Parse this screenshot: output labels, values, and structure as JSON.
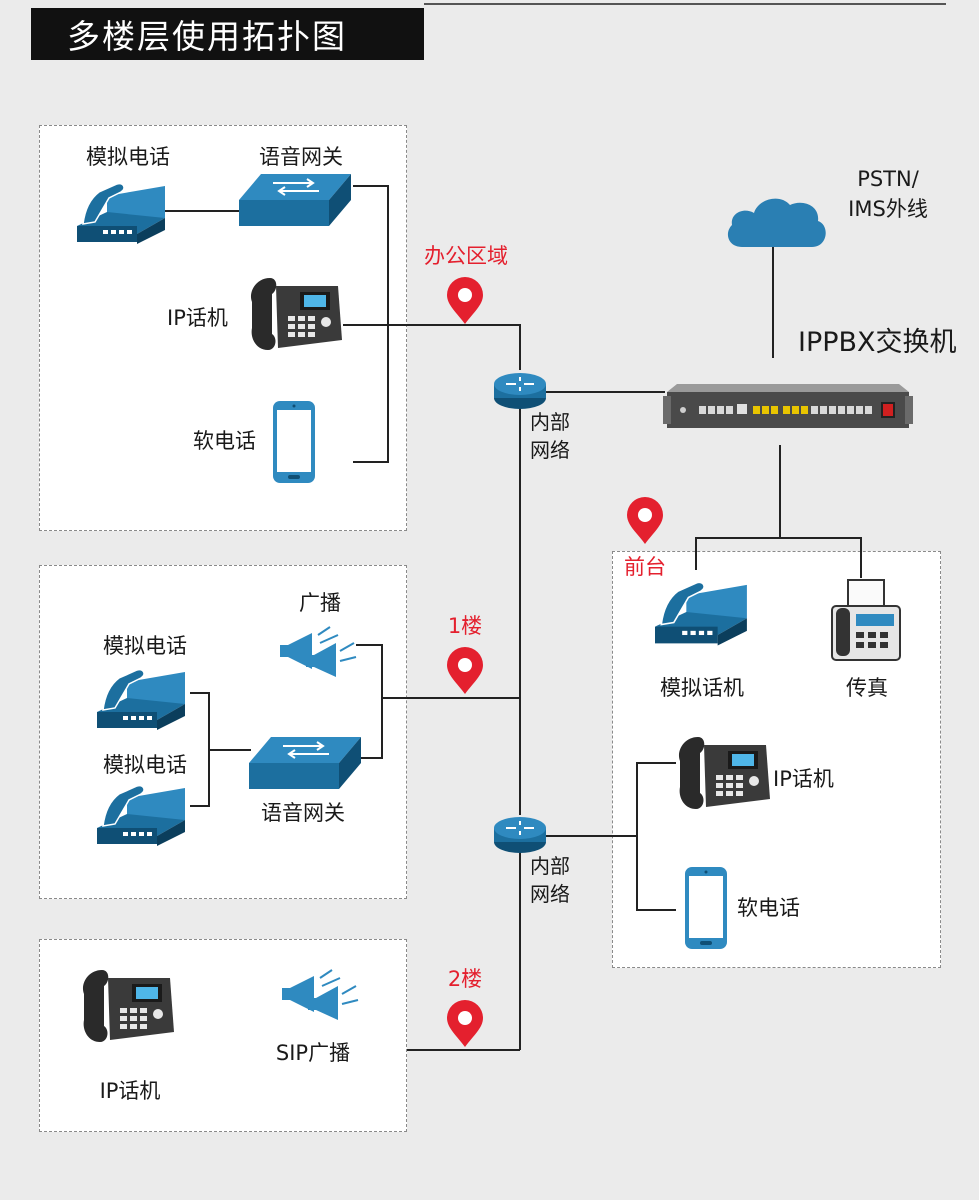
{
  "title": "多楼层使用拓扑图",
  "cloud": {
    "label_line1": "PSTN/",
    "label_line2": "IMS外线"
  },
  "pbx": {
    "label": "IPPBX交换机"
  },
  "network_label_line1": "内部",
  "network_label_line2": "网络",
  "office": {
    "tag": "办公区域",
    "analog_phone": "模拟电话",
    "voice_gateway": "语音网关",
    "ip_phone": "IP话机",
    "softphone": "软电话"
  },
  "floor1": {
    "tag": "1楼",
    "broadcast": "广播",
    "analog_phone_a": "模拟电话",
    "analog_phone_b": "模拟电话",
    "voice_gateway": "语音网关"
  },
  "floor2": {
    "tag": "2楼",
    "ip_phone": "IP话机",
    "sip_broadcast": "SIP广播"
  },
  "front_desk": {
    "tag": "前台",
    "analog_phone": "模拟话机",
    "fax": "传真",
    "ip_phone": "IP话机",
    "softphone": "软电话"
  },
  "colors": {
    "device_blue": "#1c6f9f",
    "device_dark": "#0f4f75",
    "pin_red": "#e4202e",
    "cloud_blue": "#2a7fb3",
    "title_bg": "#111111"
  }
}
